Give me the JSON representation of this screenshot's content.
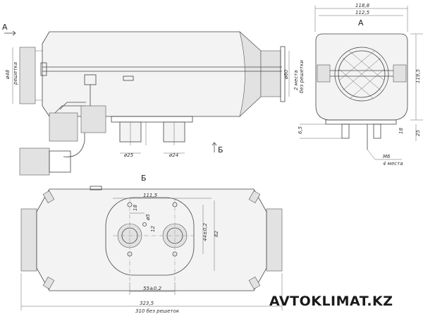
{
  "views": {
    "a": "A",
    "b": "Б"
  },
  "side": {
    "d48": "ø48",
    "d48_note": "решетка",
    "d60": "ø60",
    "d60_note1": "2 места",
    "d60_note2": "без решетки",
    "d25": "ø25",
    "d24": "ø24"
  },
  "front": {
    "w1": "118,8",
    "w2": "112,5",
    "h1": "119,5",
    "h2": "25",
    "h3": "18",
    "h4": "6,5",
    "m6": "M6",
    "m6_note": "4 места"
  },
  "bottom": {
    "w1": "111,5",
    "d18": "18",
    "d5": "ø5",
    "d12": "12",
    "d44": "44±0,2",
    "d82": "82",
    "d55": "55±0,2",
    "len": "323,5",
    "len_note": "310 без решеток"
  },
  "watermark": "AVTOKLIMAT.KZ",
  "colors": {
    "line": "#444444",
    "fill": "#f3f3f3",
    "shade": "#e2e2e2"
  }
}
